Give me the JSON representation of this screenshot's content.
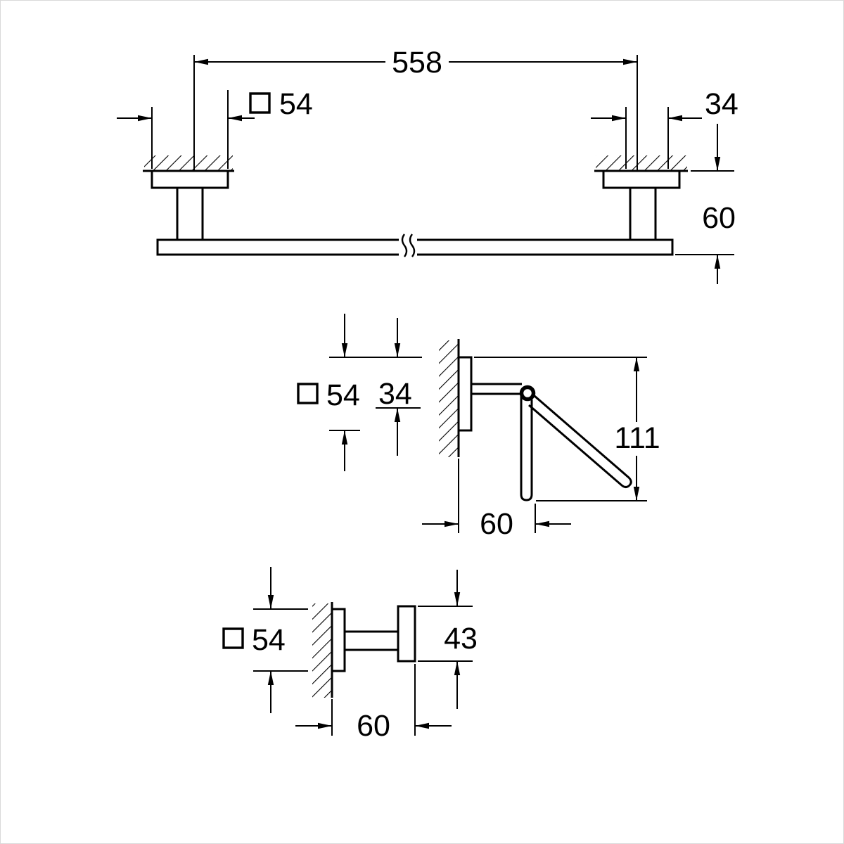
{
  "drawing": {
    "towel_bar": {
      "width": "558",
      "plate_size": "54",
      "bracket_width": "34",
      "wall_distance": "60"
    },
    "paper_holder": {
      "plate_size": "54",
      "plate_offset": "34",
      "height": "111",
      "projection": "60"
    },
    "hook": {
      "plate_size": "54",
      "head_height": "43",
      "projection": "60"
    }
  }
}
